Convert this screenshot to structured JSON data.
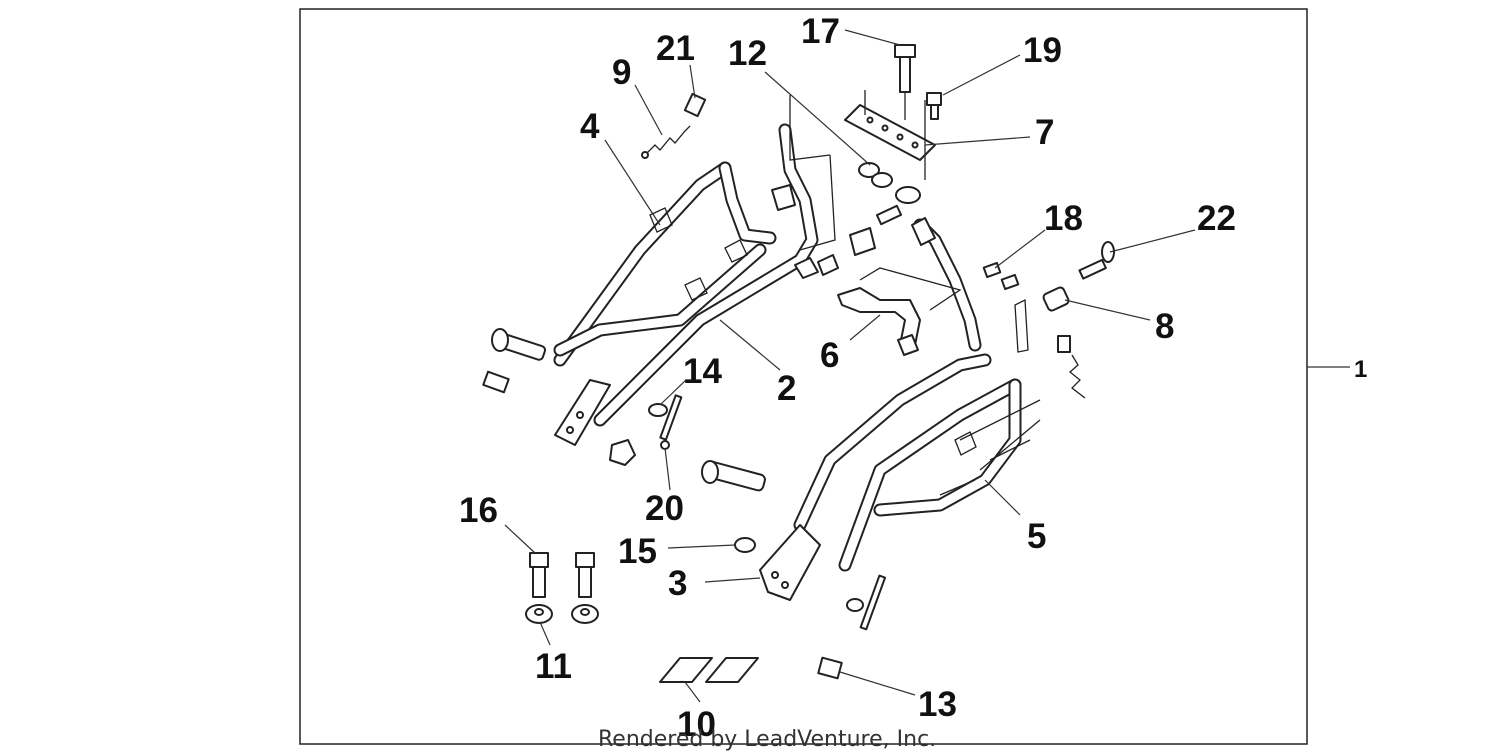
{
  "diagram": {
    "credit": "Rendered by LeadVenture, Inc.",
    "callouts": {
      "c1": "1",
      "c2": "2",
      "c3": "3",
      "c4": "4",
      "c5": "5",
      "c6": "6",
      "c7": "7",
      "c8": "8",
      "c9": "9",
      "c10": "10",
      "c11": "11",
      "c12": "12",
      "c13": "13",
      "c14": "14",
      "c15": "15",
      "c16": "16",
      "c17": "17",
      "c18": "18",
      "c19": "19",
      "c20": "20",
      "c21": "21",
      "c22": "22"
    }
  }
}
